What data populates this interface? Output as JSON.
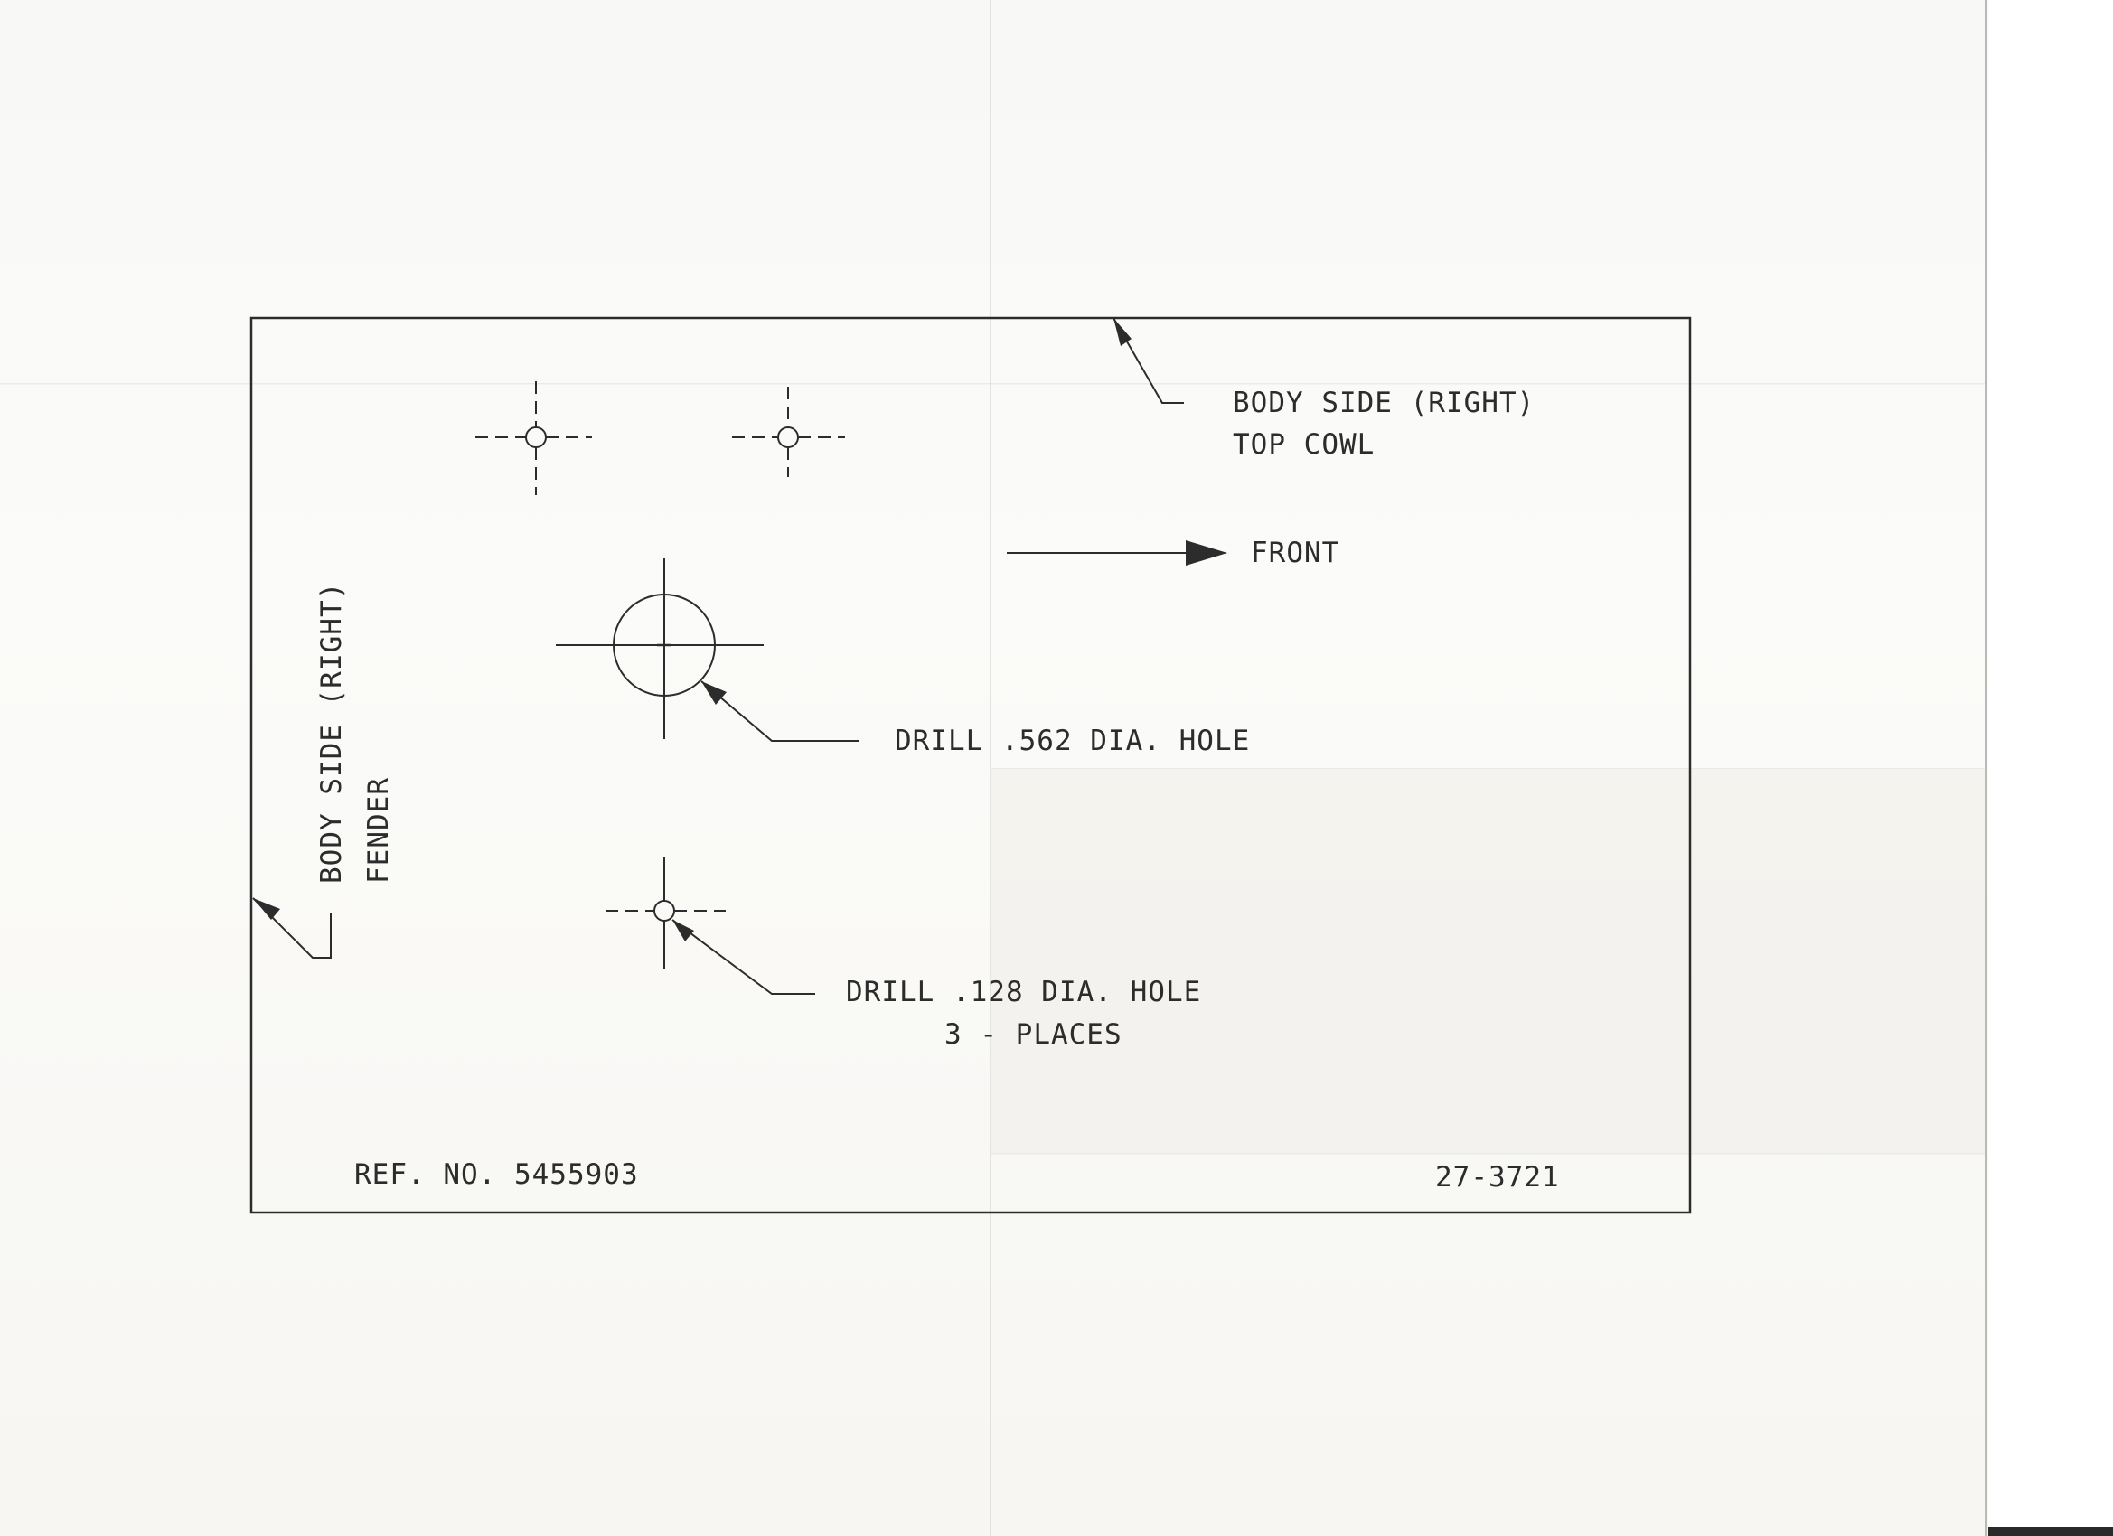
{
  "drawing": {
    "labels": {
      "top_cowl_line1": "BODY SIDE (RIGHT)",
      "top_cowl_line2": "TOP COWL",
      "front": "FRONT",
      "drill_562": "DRILL .562 DIA. HOLE",
      "drill_128_line1": "DRILL .128 DIA. HOLE",
      "drill_128_line2": "3 - PLACES",
      "fender_line1": "BODY SIDE (RIGHT)",
      "fender_line2": "FENDER",
      "ref_no": "REF. NO. 5455903",
      "drawing_no": "27-3721"
    }
  },
  "colors": {
    "ink": "#2c2c2c",
    "paper": "#f9f9f7"
  }
}
